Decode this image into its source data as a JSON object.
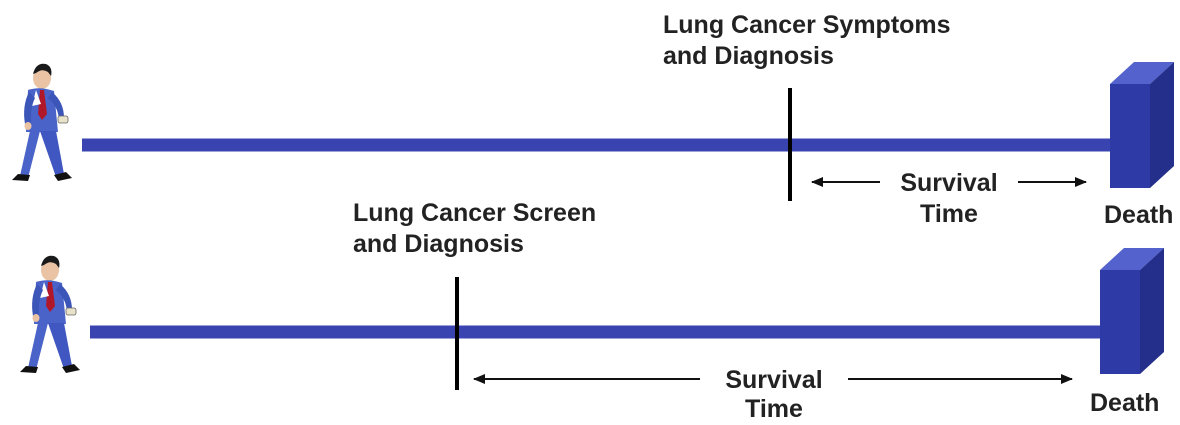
{
  "timelines": [
    {
      "event_label_line1": "Lung Cancer Symptoms",
      "event_label_line2": "and Diagnosis",
      "interval_label_line1": "Survival",
      "interval_label_line2": "Time",
      "end_label": "Death"
    },
    {
      "event_label_line1": "Lung Cancer Screen",
      "event_label_line2": "and Diagnosis",
      "interval_label_line1": "Survival",
      "interval_label_line2": "Time",
      "end_label": "Death"
    }
  ],
  "colors": {
    "timeline": "#3a44b0",
    "marker": "#000000",
    "text": "#222222",
    "suit": "#4a63c8",
    "tombstone_front": "#2e3aa6",
    "tombstone_top": "#5362cc",
    "tombstone_side": "#232f8a"
  },
  "icons": [
    "walking-man-icon",
    "tombstone-icon"
  ]
}
